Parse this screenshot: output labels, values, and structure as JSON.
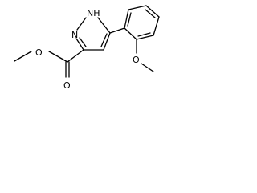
{
  "molecule": {
    "atoms": {
      "nh": "NH",
      "n": "N",
      "ester_o_single": "O",
      "ester_o_double": "O",
      "methoxy_o": "O"
    }
  }
}
